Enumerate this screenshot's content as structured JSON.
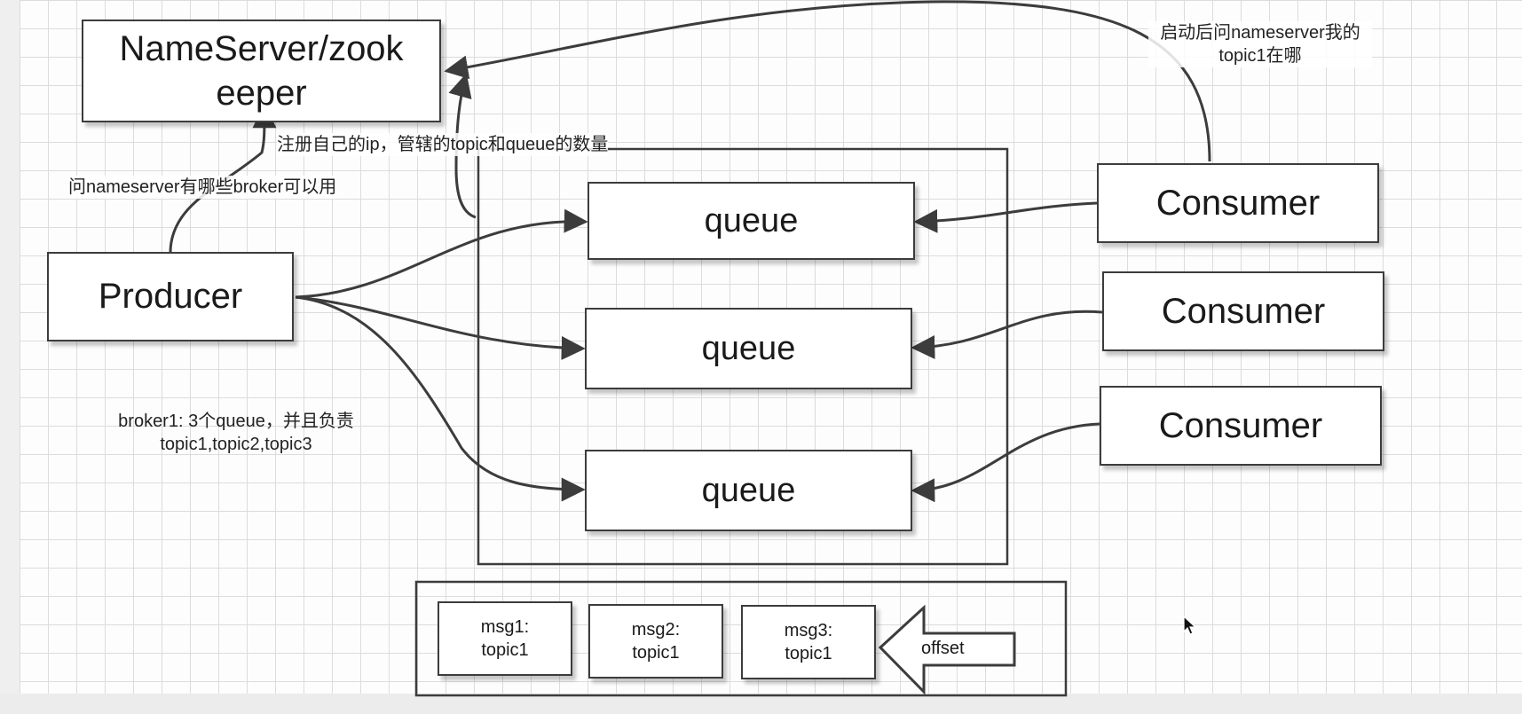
{
  "nodes": {
    "nameserver": "NameServer/zook\neeper",
    "producer": "Producer",
    "queues": [
      "queue",
      "queue",
      "queue"
    ],
    "consumers": [
      "Consumer",
      "Consumer",
      "Consumer"
    ]
  },
  "notes": {
    "register": "注册自己的ip，管辖的topic和queue的数量",
    "ask_broker": "问nameserver有哪些broker可以用",
    "consumer_ask": "启动后问nameserver我的\ntopic1在哪",
    "broker_desc": "broker1: 3个queue，并且负责\ntopic1,topic2,topic3"
  },
  "messages": [
    "msg1:\ntopic1",
    "msg2:\ntopic1",
    "msg3:\ntopic1"
  ],
  "offset_label": "offset",
  "colors": {
    "stroke": "#3c3c3c",
    "grid": "#dcdcdc",
    "box_fill": "#ffffff"
  }
}
